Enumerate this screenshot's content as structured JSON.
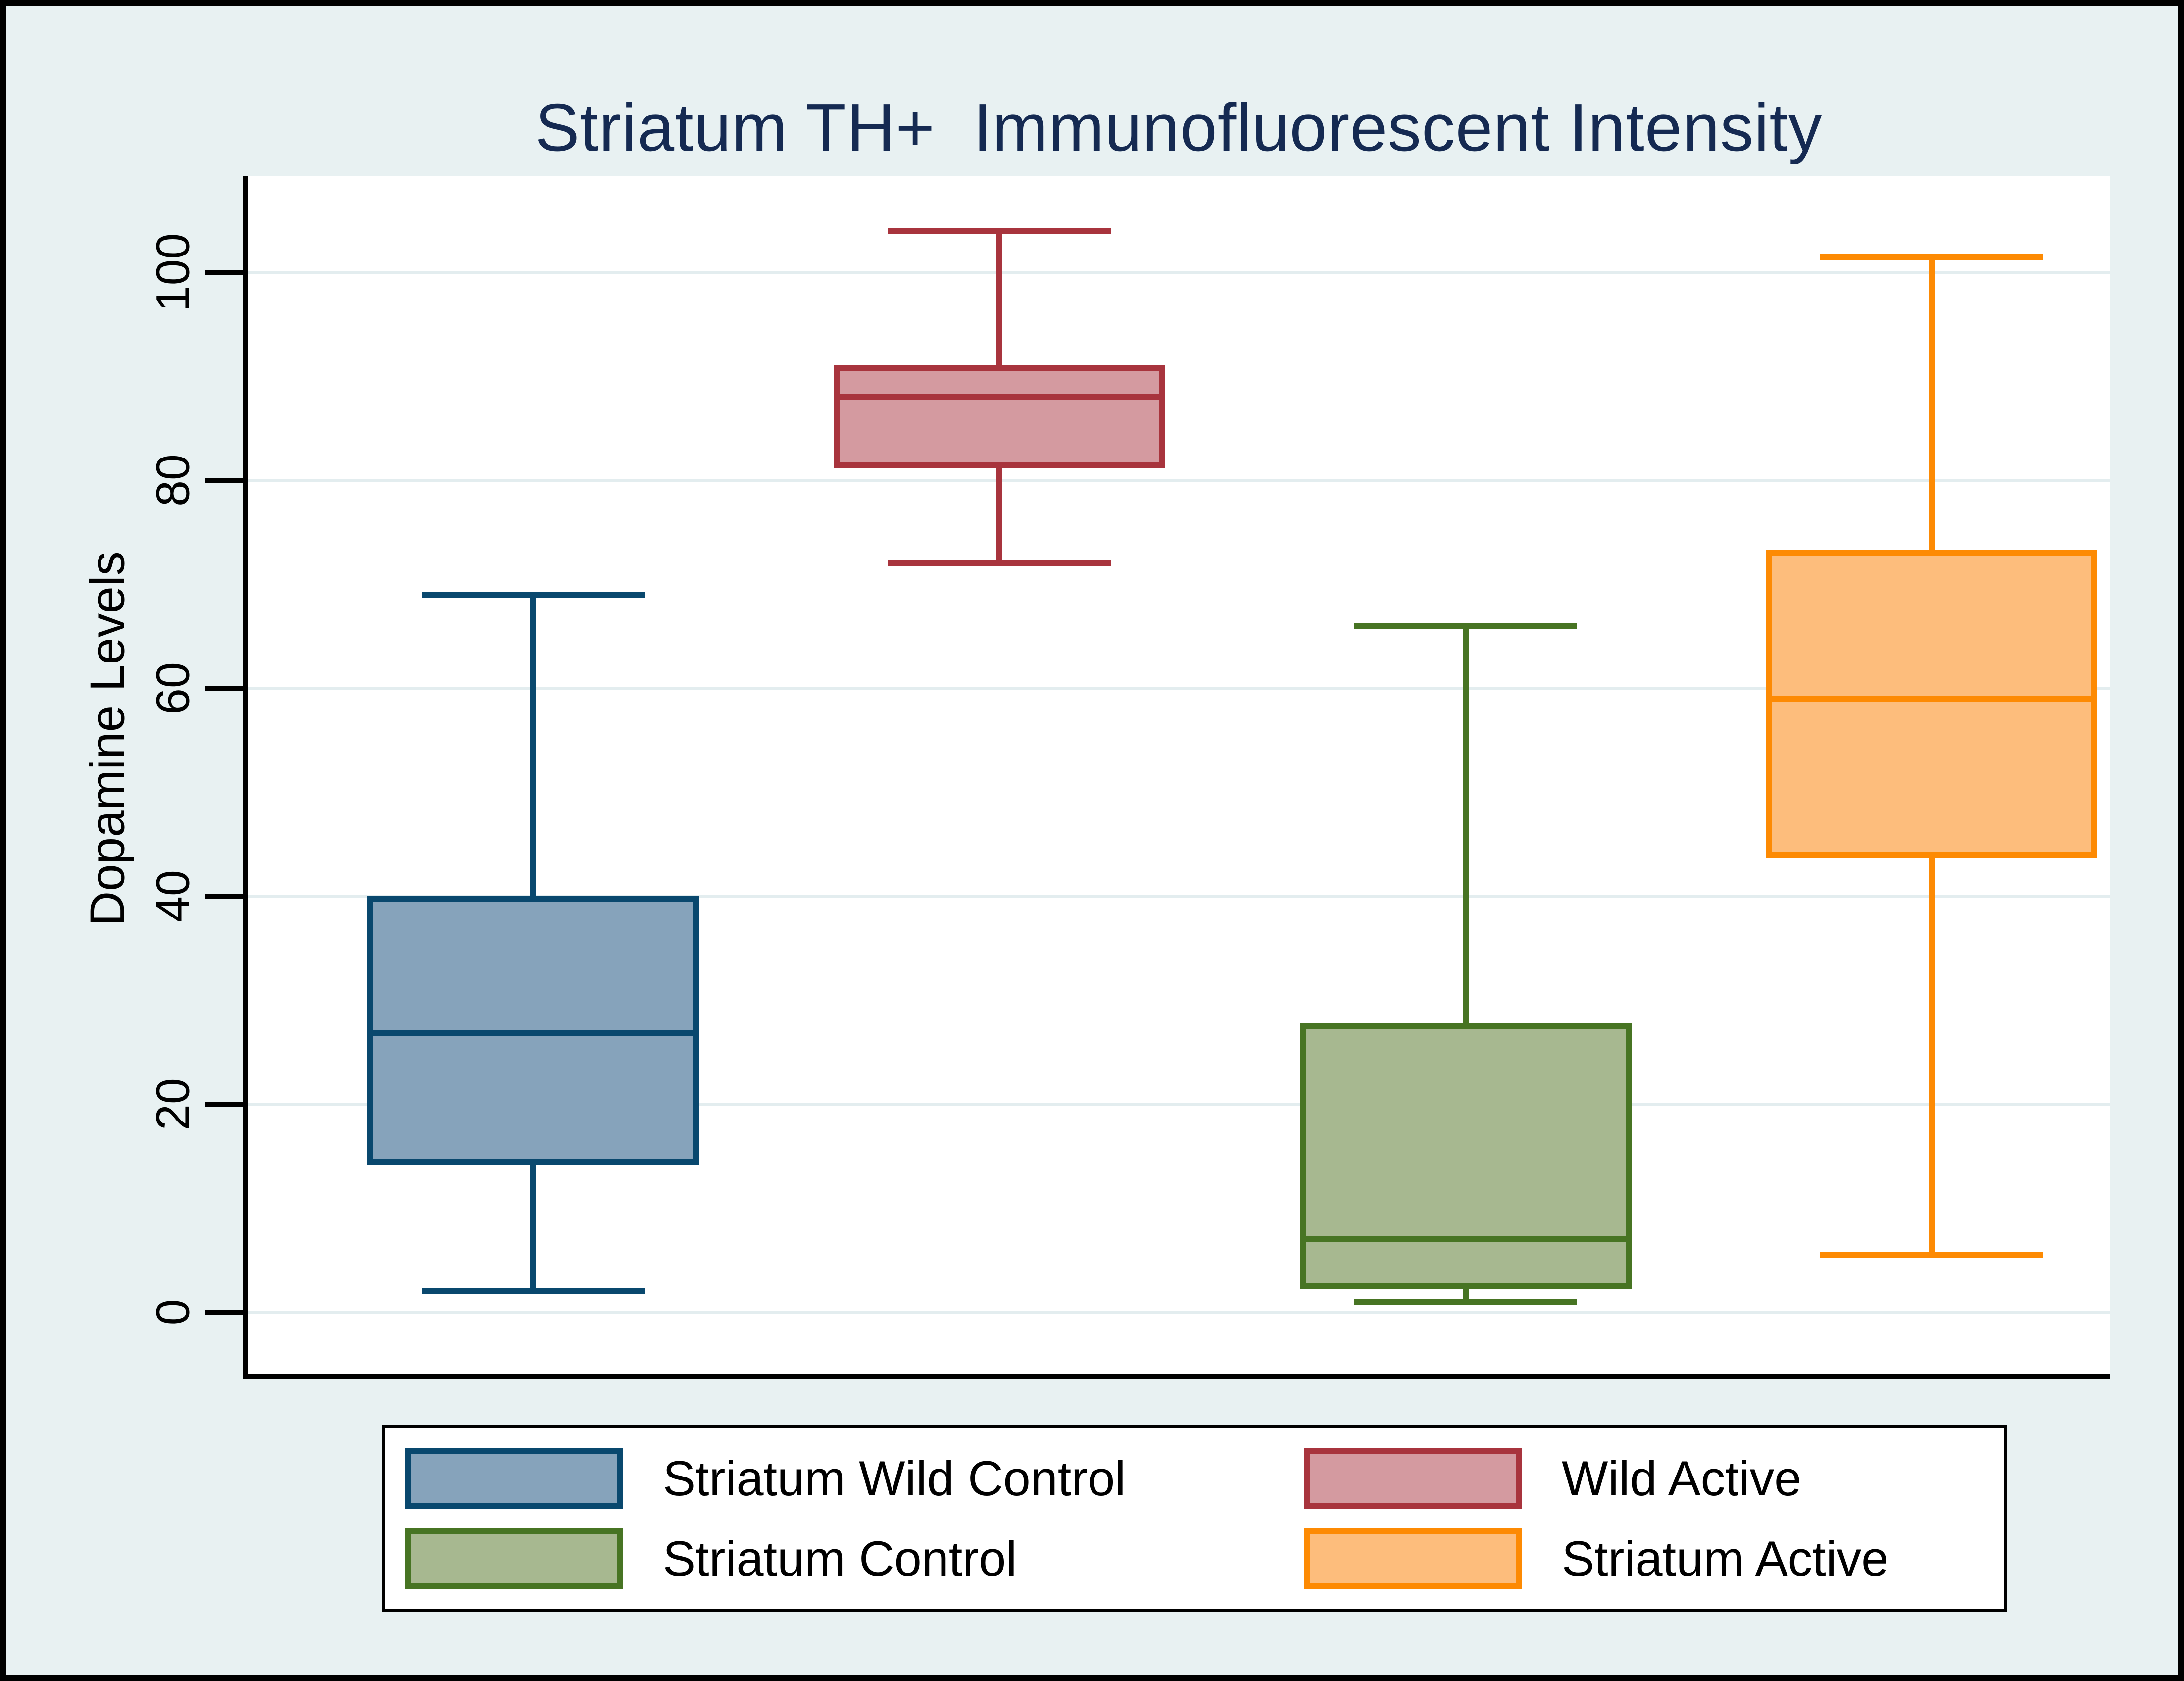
{
  "window": {
    "background": "#e8f1f2",
    "frame_border_color": "#000000",
    "plot_background": "#ffffff",
    "gridline_color": "#e3edef",
    "axis_color": "#000000"
  },
  "chart_data": {
    "type": "box",
    "title": "Striatum TH+  Immunofluorescent Intensity",
    "title_color": "#152a52",
    "ylabel": "Dopamine Levels",
    "xlabel": "",
    "yticks": [
      0,
      20,
      40,
      60,
      80,
      100
    ],
    "ylim": [
      0,
      100
    ],
    "grid": true,
    "legend_position": "bottom",
    "series": [
      {
        "name": "Striatum Wild Control",
        "min": 2,
        "q1": 14.5,
        "median": 26.8,
        "q3": 39.7,
        "max": 69,
        "fill": "#86a3bb",
        "stroke": "#09486e"
      },
      {
        "name": "Wild Active",
        "min": 72,
        "q1": 81.5,
        "median": 88,
        "q3": 90.8,
        "max": 104,
        "fill": "#d49aa0",
        "stroke": "#a8343d"
      },
      {
        "name": "Striatum Control",
        "min": 1,
        "q1": 2.5,
        "median": 7,
        "q3": 27.5,
        "max": 66,
        "fill": "#a7b890",
        "stroke": "#477423"
      },
      {
        "name": "Striatum Active",
        "min": 5.5,
        "q1": 44,
        "median": 59,
        "q3": 73,
        "max": 101.5,
        "fill": "#fdbd7c",
        "stroke": "#fd8a03"
      }
    ]
  }
}
